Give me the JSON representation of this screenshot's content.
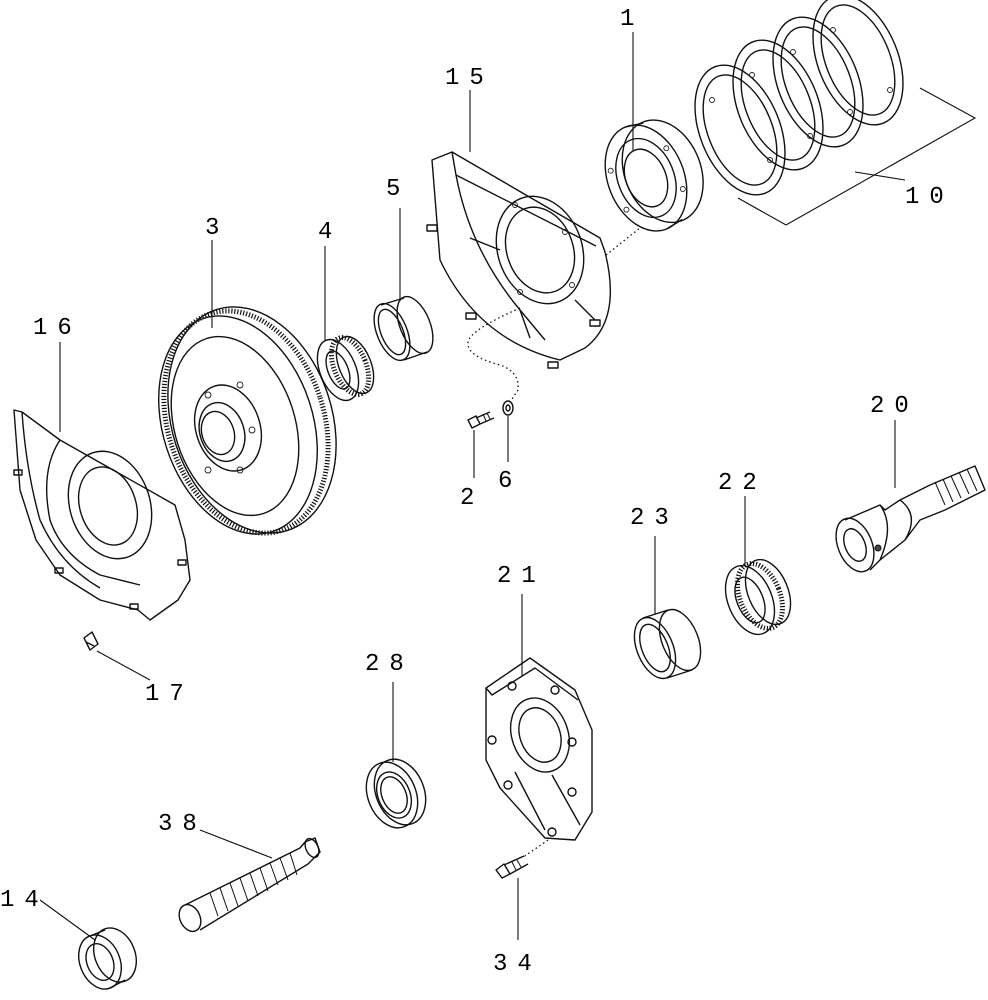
{
  "labels": {
    "p1": "1",
    "p15": "15",
    "p10": "10",
    "p3": "3",
    "p4": "4",
    "p5": "5",
    "p16": "16",
    "p2": "2",
    "p6": "6",
    "p20": "20",
    "p22": "22",
    "p23": "23",
    "p21": "21",
    "p28": "28",
    "p17": "17",
    "p38": "38",
    "p14": "14",
    "p34": "34"
  }
}
